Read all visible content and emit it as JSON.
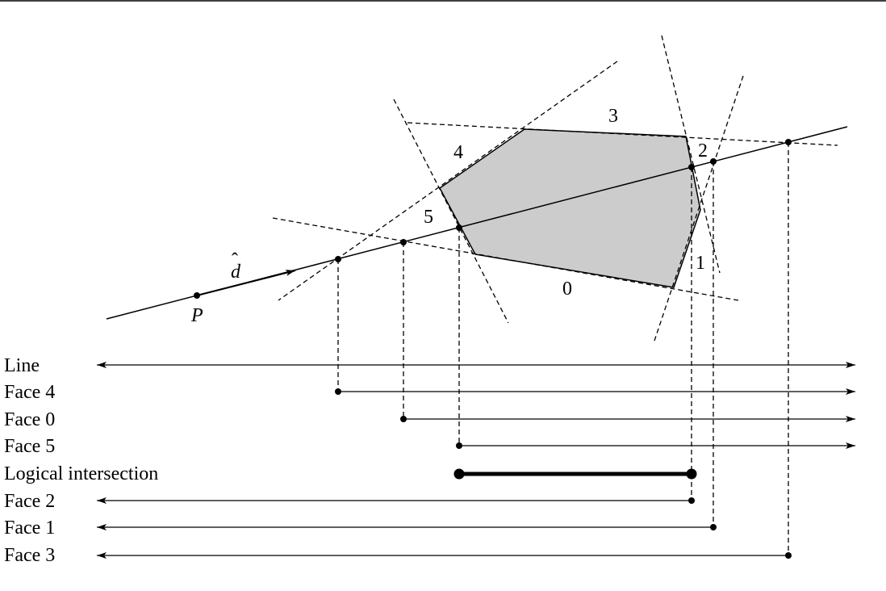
{
  "colors": {
    "polygon_fill": "#cccccc",
    "ink": "#000000",
    "background": "#ffffff"
  },
  "point_label": "P",
  "direction_label": "d",
  "direction_hat": "ˆ",
  "face_labels": {
    "f0": "0",
    "f1": "1",
    "f2": "2",
    "f3": "3",
    "f4": "4",
    "f5": "5"
  },
  "rows": [
    {
      "label": "Line",
      "kind": "line"
    },
    {
      "label": "Face 4",
      "kind": "forward"
    },
    {
      "label": "Face 0",
      "kind": "forward"
    },
    {
      "label": "Face 5",
      "kind": "forward"
    },
    {
      "label": "Logical intersection",
      "kind": "segment"
    },
    {
      "label": "Face 2",
      "kind": "backward"
    },
    {
      "label": "Face 1",
      "kind": "backward"
    },
    {
      "label": "Face 3",
      "kind": "backward"
    }
  ]
}
